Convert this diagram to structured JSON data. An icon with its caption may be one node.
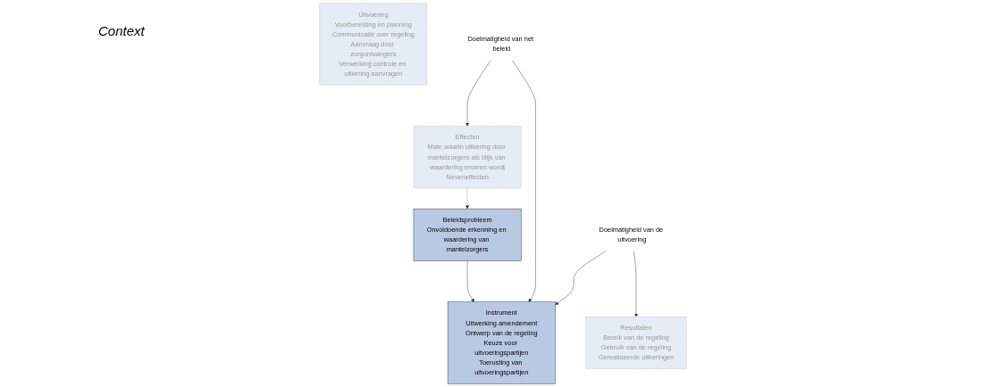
{
  "diagram": {
    "nodes": [
      {
        "text": [
          "Beleidsprobleem",
          "Onvoldoende erkenning en waardering van mantelzorgers"
        ]
      },
      {
        "text": [
          "Instrument",
          "Uitwerking amendement",
          "Ontwerp van de regeling",
          "Keuze voor uitvoeringspartijen",
          "Toerusting van uitvoeringspartijen"
        ]
      },
      {
        "text": [
          "Uitvoering",
          "Voorbereiding en planning",
          "Communicatie over regeling",
          "Aanvraag door zorgontvangers",
          "Verwerking controle en uitkering aanvragen"
        ]
      },
      {
        "text": [
          "Resultaten",
          "Bereik van de regeling",
          "Gebruik van de regeling",
          "Gerealiseerde uitkeringen"
        ]
      },
      {
        "text": [
          "Effecten",
          "Mate waarin uitkering door mantelzorgers als blijk van waardering ervaren wordt",
          "Neveneffecten"
        ]
      },
      {
        "text": [
          "Doelmatigheid van het beleid"
        ]
      },
      {
        "text": [
          "Doelmatigheid van de uitvoering"
        ]
      }
    ],
    "edges": [
      {
        "from": 0,
        "to": 1,
        "arrow": "to"
      },
      {
        "from": 4,
        "to": 0,
        "arrow": "to",
        "style": "dashed"
      },
      {
        "from": 5,
        "to": 1,
        "arrow": "to"
      },
      {
        "from": 5,
        "to": 4,
        "arrow": "to"
      },
      {
        "from": 6,
        "to": 1,
        "arrow": "to"
      },
      {
        "from": 6,
        "to": 3,
        "arrow": "to"
      }
    ],
    "labels": [
      "Context"
    ]
  }
}
